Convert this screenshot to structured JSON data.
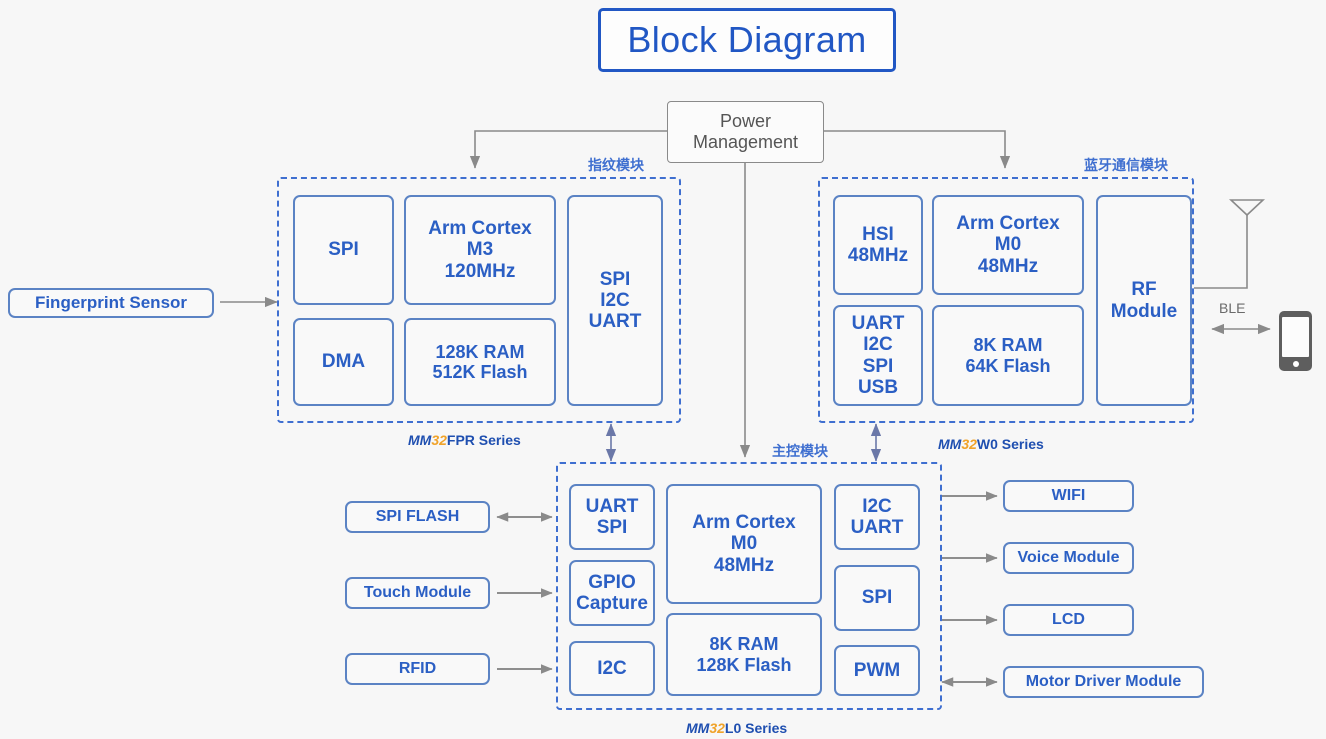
{
  "title": "Block Diagram",
  "colors": {
    "accent_blue": "#2b5fc4",
    "border_blue": "#5b83c4",
    "dashed_blue": "#3f6fd0",
    "orange": "#f0a32a",
    "gray_line": "#8a8a8a",
    "background": "#f7f7f7"
  },
  "power": {
    "label": "Power\nManagement",
    "line1": "Power",
    "line2": "Management"
  },
  "external": {
    "fingerprint_sensor": "Fingerprint Sensor",
    "ble_label": "BLE",
    "antenna_icon": "antenna-icon",
    "phone_icon": "smartphone-icon"
  },
  "modules": {
    "fingerprint": {
      "cn_label": "指纹模块",
      "series_mm": "MM",
      "series_32": "32",
      "series_rest": "FPR Series",
      "blocks": [
        {
          "name": "spi",
          "text": "SPI"
        },
        {
          "name": "cortex-m3",
          "text": "Arm Cortex\nM3\n120MHz",
          "lines": [
            "Arm Cortex",
            "M3",
            "120MHz"
          ]
        },
        {
          "name": "interfaces",
          "text": "SPI\nI2C\nUART",
          "lines": [
            "SPI",
            "I2C",
            "UART"
          ]
        },
        {
          "name": "dma",
          "text": "DMA"
        },
        {
          "name": "memory",
          "text": "128K RAM\n512K Flash",
          "lines": [
            "128K RAM",
            "512K Flash"
          ]
        }
      ]
    },
    "bluetooth": {
      "cn_label": "蓝牙通信模块",
      "series_mm": "MM",
      "series_32": "32",
      "series_rest": "W0 Series",
      "blocks": [
        {
          "name": "hsi",
          "text": "HSI\n48MHz",
          "lines": [
            "HSI",
            "48MHz"
          ]
        },
        {
          "name": "cortex-m0",
          "text": "Arm Cortex\nM0\n48MHz",
          "lines": [
            "Arm Cortex",
            "M0",
            "48MHz"
          ]
        },
        {
          "name": "rf-module",
          "text": "RF\nModule",
          "lines": [
            "RF",
            "Module"
          ]
        },
        {
          "name": "interfaces",
          "text": "UART\nI2C\nSPI\nUSB",
          "lines": [
            "UART",
            "I2C",
            "SPI",
            "USB"
          ]
        },
        {
          "name": "memory",
          "text": "8K RAM\n64K Flash",
          "lines": [
            "8K RAM",
            "64K Flash"
          ]
        }
      ]
    },
    "main": {
      "cn_label": "主控模块",
      "series_mm": "MM",
      "series_32": "32",
      "series_rest": "L0 Series",
      "blocks": [
        {
          "name": "uart-spi",
          "text": "UART\nSPI",
          "lines": [
            "UART",
            "SPI"
          ]
        },
        {
          "name": "gpio-capture",
          "text": "GPIO\nCapture",
          "lines": [
            "GPIO",
            "Capture"
          ]
        },
        {
          "name": "i2c",
          "text": "I2C"
        },
        {
          "name": "cortex-m0",
          "text": "Arm Cortex\nM0\n48MHz",
          "lines": [
            "Arm Cortex",
            "M0",
            "48MHz"
          ]
        },
        {
          "name": "memory",
          "text": "8K RAM\n128K Flash",
          "lines": [
            "8K RAM",
            "128K Flash"
          ]
        },
        {
          "name": "i2c-uart",
          "text": "I2C\nUART",
          "lines": [
            "I2C",
            "UART"
          ]
        },
        {
          "name": "spi",
          "text": "SPI"
        },
        {
          "name": "pwm",
          "text": "PWM"
        }
      ]
    }
  },
  "peripherals_left": [
    {
      "name": "spi-flash",
      "label": "SPI FLASH",
      "arrow": "bidirectional"
    },
    {
      "name": "touch-module",
      "label": "Touch Module",
      "arrow": "to-mcu"
    },
    {
      "name": "rfid",
      "label": "RFID",
      "arrow": "to-mcu"
    }
  ],
  "peripherals_right": [
    {
      "name": "wifi",
      "label": "WIFI",
      "arrow": "from-mcu"
    },
    {
      "name": "voice-module",
      "label": "Voice Module",
      "arrow": "from-mcu"
    },
    {
      "name": "lcd",
      "label": "LCD",
      "arrow": "from-mcu"
    },
    {
      "name": "motor-driver-module",
      "label": "Motor Driver Module",
      "arrow": "bidirectional"
    }
  ]
}
